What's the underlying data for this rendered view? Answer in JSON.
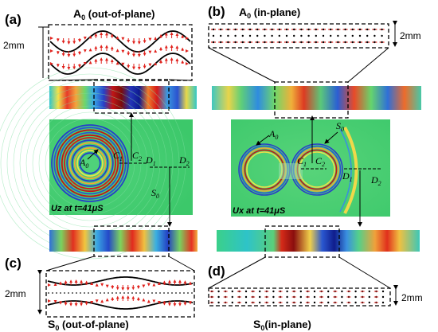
{
  "panels": {
    "a": {
      "label": "(a)",
      "title_main": "A",
      "title_sub": "0",
      "title_rest": " (out-of-plane)"
    },
    "b": {
      "label": "(b)",
      "title_main": "A",
      "title_sub": "0",
      "title_rest": " (in-plane)"
    },
    "c": {
      "label": "(c)",
      "title_main": "S",
      "title_sub": "0",
      "title_rest": " (out-of-plane)"
    },
    "d": {
      "label": "(d)",
      "title_main": "S",
      "title_sub": "0",
      "title_rest": "(in-plane)"
    }
  },
  "thickness": "2mm",
  "maps": {
    "left": {
      "caption": "Uz at t=41μS",
      "a0": "A",
      "s0": "S",
      "sub0": "0",
      "c1": "C",
      "c2": "C",
      "d1": "D",
      "d2": "D",
      "sub1": "1",
      "sub2": "2"
    },
    "right": {
      "caption": "Ux at t=41μS",
      "a0": "A",
      "s0": "S",
      "sub0": "0",
      "c1": "C",
      "c2": "C",
      "d1": "D",
      "d2": "D",
      "sub1": "1",
      "sub2": "2"
    }
  },
  "colors": {
    "field_bg": "#3ecf6a",
    "arrow": "#e0201b",
    "curve": "#000000",
    "dash": "#222222"
  }
}
